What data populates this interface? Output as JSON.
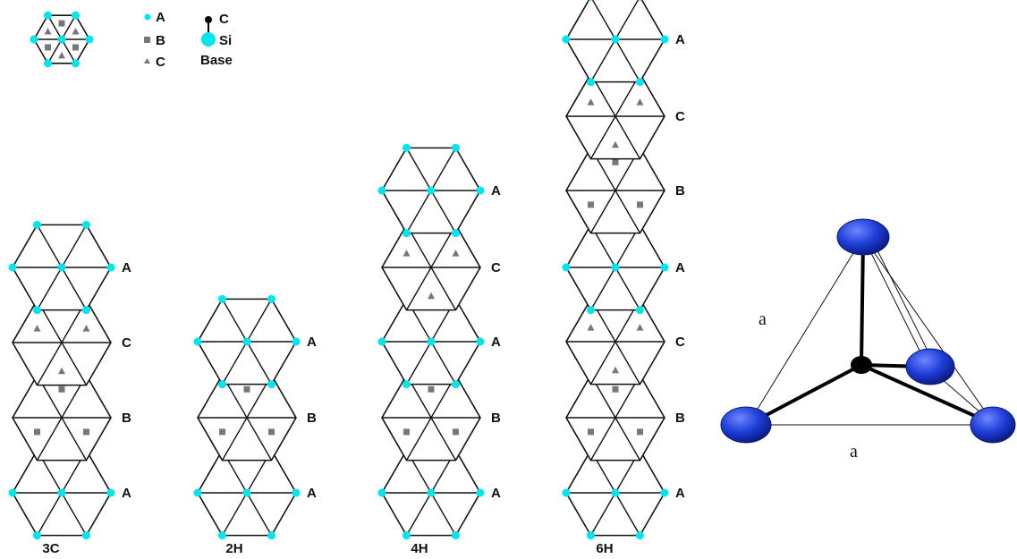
{
  "legend": {
    "site_a": "A",
    "site_b": "B",
    "site_c": "C",
    "base_c": "C",
    "base_si": "Si",
    "base_title": "Base"
  },
  "columns": [
    {
      "name": "3C",
      "layers": [
        "A",
        "B",
        "C",
        "A"
      ]
    },
    {
      "name": "2H",
      "layers": [
        "A",
        "B",
        "A"
      ]
    },
    {
      "name": "4H",
      "layers": [
        "A",
        "B",
        "A",
        "C",
        "A"
      ]
    },
    {
      "name": "6H",
      "layers": [
        "A",
        "B",
        "C",
        "A",
        "B",
        "C",
        "A"
      ]
    }
  ],
  "tetrahedron": {
    "edge_label_left": "a",
    "edge_label_bottom": "a"
  },
  "colors": {
    "site_atom": "#00E5EE",
    "marker": "#777777",
    "si_sphere": "#1E3FD8",
    "c_atom": "#000000"
  }
}
